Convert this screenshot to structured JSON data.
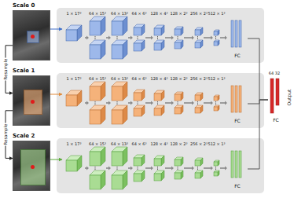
{
  "diagram": {
    "nodes": [
      {
        "text": [
          "Scale 0"
        ]
      },
      {
        "text": [
          "1 × 17³"
        ]
      },
      {
        "text": [
          "FC"
        ]
      },
      {
        "text": [
          "Scale 1"
        ]
      },
      {
        "text": [
          "1 × 17³"
        ]
      },
      {
        "text": [
          "FC"
        ]
      },
      {
        "text": [
          "Scale 2"
        ]
      },
      {
        "text": [
          "1 × 17³"
        ]
      },
      {
        "text": [
          "FC"
        ]
      },
      {
        "text": [
          "FC"
        ]
      }
    ],
    "edges": [
      {
        "from": 0,
        "to": 1,
        "arrow": "to"
      },
      {
        "from": 3,
        "to": 4,
        "arrow": "to"
      },
      {
        "from": 6,
        "to": 7,
        "arrow": "to"
      },
      {
        "from": 0,
        "to": 3,
        "label": "Resample",
        "arrow": "to"
      },
      {
        "from": 3,
        "to": 6,
        "label": "Resample",
        "arrow": "to"
      },
      {
        "from": 2,
        "to": 9,
        "arrow": "none"
      },
      {
        "from": 5,
        "to": 9,
        "arrow": "none"
      },
      {
        "from": 8,
        "to": 9,
        "arrow": "none"
      }
    ],
    "labels": [
      "64 × 15³",
      "64 × 13³",
      "64 × 6³",
      "128 × 4³",
      "128 × 2³",
      "256 × 2³",
      "512 × 1³",
      "64 × 15³",
      "64 × 13³",
      "64 × 6³",
      "128 × 4³",
      "128 × 2³",
      "256 × 2³",
      "512 × 1³",
      "64 × 15³",
      "64 × 13³",
      "64 × 6³",
      "128 × 4³",
      "128 × 2³",
      "256 × 2³",
      "512 × 1³",
      "64",
      "32",
      "Output"
    ]
  }
}
